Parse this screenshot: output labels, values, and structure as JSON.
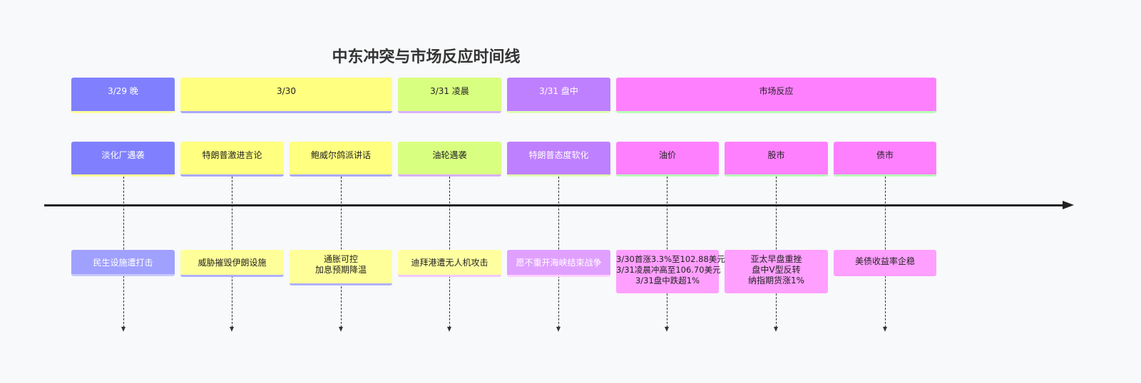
{
  "title": "中东冲突与市场反应时间线",
  "sections": [
    {
      "label": "3/29 晚"
    },
    {
      "label": "3/30"
    },
    {
      "label": "3/31 凌晨"
    },
    {
      "label": "3/31 盘中"
    },
    {
      "label": "市场反应"
    }
  ],
  "events": [
    {
      "label": "淡化厂遇袭",
      "detail": [
        "民生设施遭打击"
      ]
    },
    {
      "label": "特朗普激进言论",
      "detail": [
        "威胁摧毁伊朗设施"
      ]
    },
    {
      "label": "鲍威尔鸽派讲话",
      "detail": [
        "通胀可控",
        "加息预期降温"
      ]
    },
    {
      "label": "油轮遇袭",
      "detail": [
        "迪拜港遭无人机攻击"
      ]
    },
    {
      "label": "特朗普态度软化",
      "detail": [
        "愿不重开海峡结束战争"
      ]
    },
    {
      "label": "油价",
      "detail": [
        "3/30首涨3.3%至102.88美元",
        "3/31凌晨冲高至106.70美元",
        "3/31盘中跌超1%"
      ]
    },
    {
      "label": "股市",
      "detail": [
        "亚太早盘重挫",
        "盘中V型反转",
        "纳指期货涨1%"
      ]
    },
    {
      "label": "债市",
      "detail": [
        "美债收益率企稳"
      ]
    }
  ]
}
